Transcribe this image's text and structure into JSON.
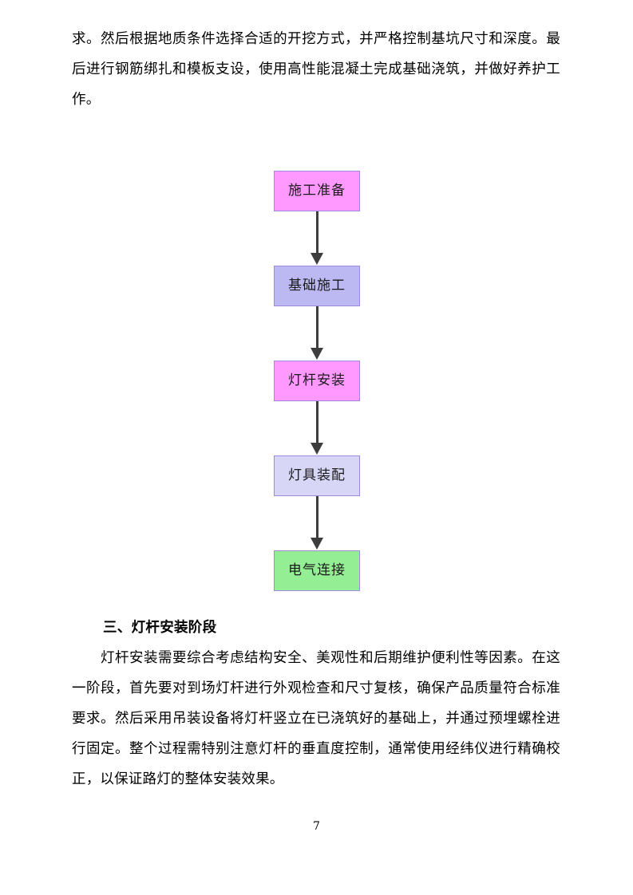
{
  "document": {
    "page_number": "7",
    "top_paragraph": "求。然后根据地质条件选择合适的开挖方式，并严格控制基坑尺寸和深度。最后进行钢筋绑扎和模板支设，使用高性能混凝土完成基础浇筑，并做好养护工作。",
    "section_heading": "三、灯杆安装阶段",
    "body_paragraph": "灯杆安装需要综合考虑结构安全、美观性和后期维护便利性等因素。在这一阶段，首先要对到场灯杆进行外观检查和尺寸复核，确保产品质量符合标准要求。然后采用吊装设备将灯杆竖立在已浇筑好的基础上，并通过预埋螺栓进行固定。整个过程需特别注意灯杆的垂直度控制，通常使用经纬仪进行精确校正，以保证路灯的整体安装效果。"
  },
  "flowchart": {
    "type": "flow",
    "orientation": "vertical",
    "arrow_color": "#3d3d3d",
    "border_color": "#9d8ade",
    "nodes": [
      {
        "label": "施工准备",
        "fill": "#ff99ff",
        "border": "#9d8ade"
      },
      {
        "label": "基础施工",
        "fill": "#bbb8f2",
        "border": "#9d8ade"
      },
      {
        "label": "灯杆安装",
        "fill": "#ff99ff",
        "border": "#9d8ade"
      },
      {
        "label": "灯具装配",
        "fill": "#d7d6f7",
        "border": "#9d8ade"
      },
      {
        "label": "电气连接",
        "fill": "#94ef94",
        "border": "#9d8ade"
      }
    ],
    "edges": [
      {
        "from": "施工准备",
        "to": "基础施工"
      },
      {
        "from": "基础施工",
        "to": "灯杆安装"
      },
      {
        "from": "灯杆安装",
        "to": "灯具装配"
      },
      {
        "from": "灯具装配",
        "to": "电气连接"
      }
    ]
  }
}
